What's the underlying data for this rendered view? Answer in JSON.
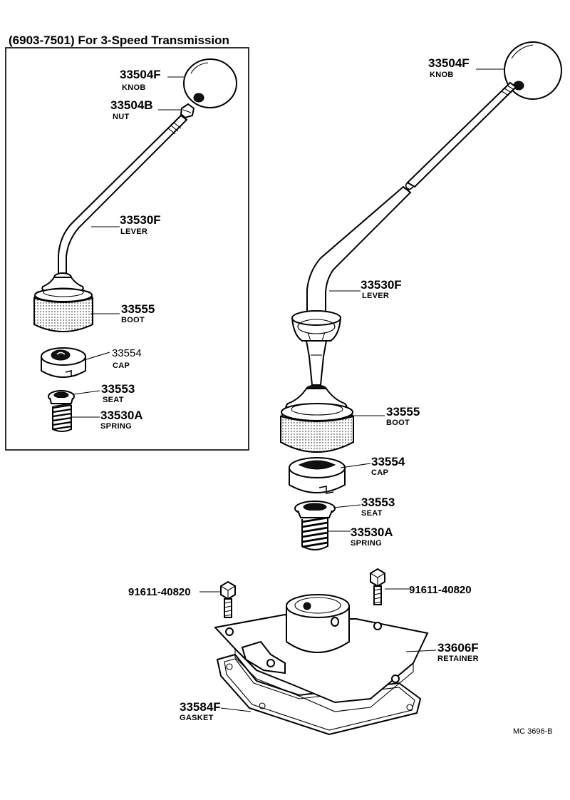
{
  "inset": {
    "title": "(6903-7501) For 3-Speed Transmission",
    "parts": [
      {
        "number": "33504F",
        "name": "KNOB"
      },
      {
        "number": "33504B",
        "name": "NUT"
      },
      {
        "number": "33530F",
        "name": "LEVER"
      },
      {
        "number": "33555",
        "name": "BOOT"
      },
      {
        "number": "33554",
        "name": "CAP"
      },
      {
        "number": "33553",
        "name": "SEAT"
      },
      {
        "number": "33530A",
        "name": "SPRING"
      }
    ]
  },
  "main": {
    "parts": [
      {
        "number": "33504F",
        "name": "KNOB"
      },
      {
        "number": "33530F",
        "name": "LEVER"
      },
      {
        "number": "33555",
        "name": "BOOT"
      },
      {
        "number": "33554",
        "name": "CAP"
      },
      {
        "number": "33553",
        "name": "SEAT"
      },
      {
        "number": "33530A",
        "name": "SPRING"
      },
      {
        "number": "91611-40820",
        "name": ""
      },
      {
        "number": "91611-40820",
        "name": ""
      },
      {
        "number": "33606F",
        "name": "RETAINER"
      },
      {
        "number": "33584F",
        "name": "GASKET"
      }
    ]
  },
  "diagram_code": "MC 3696-B"
}
